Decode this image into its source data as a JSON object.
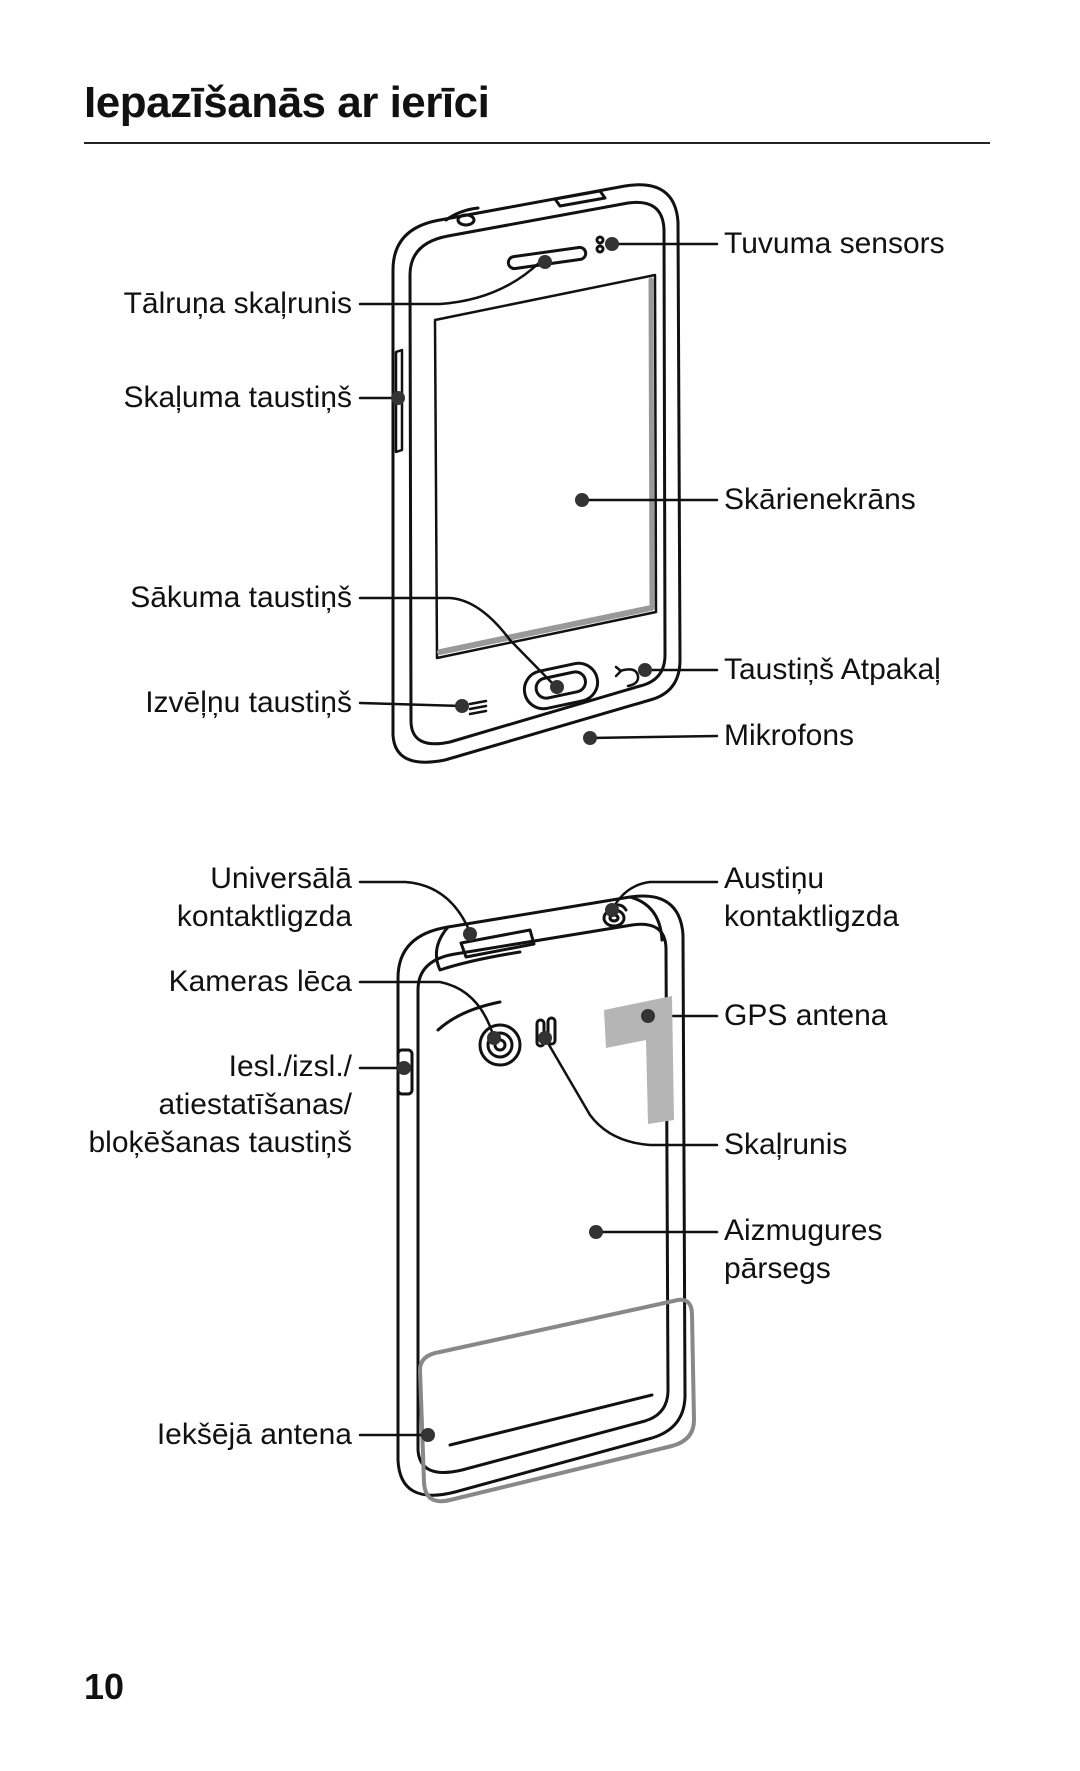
{
  "title": "Iepazīšanās ar ierīci",
  "page_number": "10",
  "front_labels": {
    "earpiece": "Tālruņa skaļrunis",
    "volume_key": "Skaļuma taustiņš",
    "home_key": "Sākuma taustiņš",
    "menu_key": "Izvēļņu taustiņš",
    "proximity_sensor": "Tuvuma sensors",
    "touchscreen": "Skārienekrāns",
    "back_key": "Taustiņš Atpakaļ",
    "microphone": "Mikrofons"
  },
  "back_labels": {
    "usb_line1": "Universālā",
    "usb_line2": "kontaktligzda",
    "camera_lens": "Kameras lēca",
    "power_line1": "Iesl./izsl./",
    "power_line2": "atiestatīšanas/",
    "power_line3": "bloķēšanas taustiņš",
    "internal_antenna": "Iekšējā antena",
    "headset_line1": "Austiņu",
    "headset_line2": "kontaktligzda",
    "gps_antenna": "GPS antena",
    "speaker": "Skaļrunis",
    "back_cover_line1": "Aizmugures",
    "back_cover_line2": "pārsegs"
  }
}
